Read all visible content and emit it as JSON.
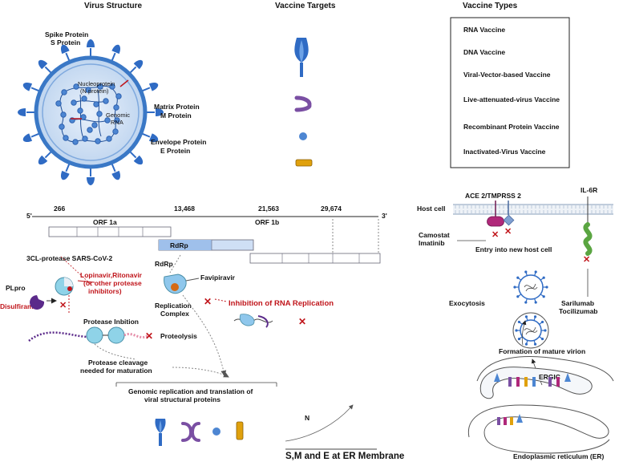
{
  "headers": {
    "virus_structure": "Virus Structure",
    "vaccine_targets": "Vaccine Targets",
    "vaccine_types": "Vaccine Types"
  },
  "virus_labels": {
    "spike": "Spike Protein",
    "spike_s": "S Protein",
    "nucleo": "Nucleoprotein",
    "nucleo_n": "(N protein)",
    "genomic": "Genomic",
    "rna": "RNA",
    "matrix": "Matrix Protein",
    "matrix_m": "M Protein",
    "envelope": "Envelope Protein",
    "envelope_e": "E Protein"
  },
  "vaccine_types": [
    "RNA Vaccine",
    "DNA Vaccine",
    "Viral-Vector-based Vaccine",
    "Live-attenuated-virus Vaccine",
    "Recombinant Protein Vaccine",
    "Inactivated-Virus Vaccine"
  ],
  "genome": {
    "five_prime": "5'",
    "three_prime": "3'",
    "pos1": "266",
    "pos2": "13,468",
    "pos3": "21,563",
    "pos4": "29,674",
    "orf1a": "ORF 1a",
    "orf1b": "ORF 1b",
    "rdrp_bar": "RdRp"
  },
  "protease": {
    "title": "3CL-protease SARS-CoV-2",
    "plpro": "PLpro",
    "disulfiram": "Disulfiram",
    "lopinavir_1": "Lopinavir,Ritonavir",
    "lopinavir_2": "(or other protease",
    "lopinavir_3": "inhibitors)",
    "inhibition": "Protease Inbition",
    "proteolysis": "Proteolysis",
    "cleavage_1": "Protease cleavage",
    "cleavage_2": "needed for maturation"
  },
  "replication": {
    "rdrp": "RdRp",
    "favipiravir": "Favipiravir",
    "complex_1": "Replication",
    "complex_2": "Complex",
    "inhibition_rna": "Inhibition of RNA Replication"
  },
  "genomic_box": {
    "line1": "Genomic replication and translation of",
    "line2": "viral structural proteins"
  },
  "er_membrane": {
    "n_label": "N",
    "label": "S,M and E at ER Membrane"
  },
  "host": {
    "host_cell": "Host cell",
    "ace2": "ACE 2/TMPRSS 2",
    "il6r": "IL-6R",
    "camostat": "Camostat",
    "imatinib": "Imatinib",
    "entry": "Entry into new host cell",
    "sarilumab": "Sarilumab",
    "tocilizumab": "Tocilizumab",
    "exocytosis": "Exocytosis",
    "mature": "Formation of mature virion",
    "ergic": "ERGIC",
    "er": "Endoplasmic reticulum (ER)"
  },
  "colors": {
    "virus_blue": "#5b8fd1",
    "spike_blue": "#2f6bc4",
    "inhibit_red": "#c0151b",
    "matrix_purple": "#7a4fa3",
    "envelope_gold": "#e0a10d",
    "il6r_green": "#5aa541",
    "ace2_magenta": "#b0287a"
  }
}
